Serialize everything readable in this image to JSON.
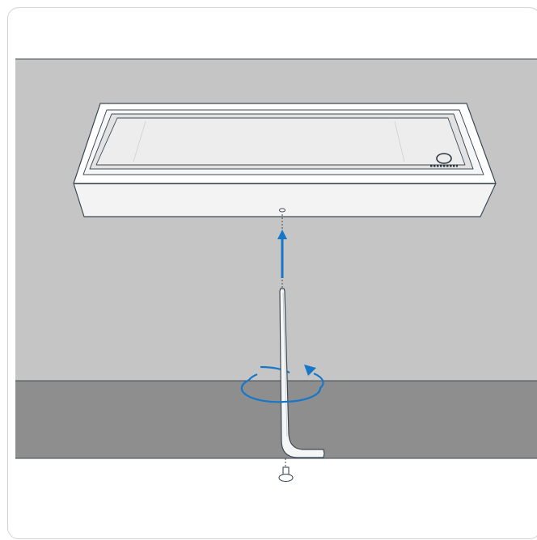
{
  "figure": {
    "kind": "installation-instruction-illustration",
    "colors": {
      "card_border": "#d3d3d3",
      "wall": "#c5c5c5",
      "floor": "#8e8e8e",
      "outline": "#3c4a56",
      "fixture_body": "#f4f4f4",
      "fixture_face": "#e3e3e3",
      "arrow_accent": "#1677c8",
      "hex_key": "#f6f6f6"
    },
    "parts": [
      {
        "name": "wall",
        "icon": "wall-panel"
      },
      {
        "name": "floor",
        "icon": "floor-panel"
      },
      {
        "name": "fixture",
        "icon": "recessed-tray-fixture"
      },
      {
        "name": "logo",
        "icon": "brand-logo-mark"
      },
      {
        "name": "screw-hole",
        "icon": "screw-hole"
      },
      {
        "name": "insert-arrow",
        "icon": "arrow-up-icon"
      },
      {
        "name": "hex-key",
        "icon": "allen-key-icon"
      },
      {
        "name": "rotate-arrow",
        "icon": "rotate-clockwise-icon"
      },
      {
        "name": "set-screw",
        "icon": "set-screw-icon"
      }
    ]
  }
}
